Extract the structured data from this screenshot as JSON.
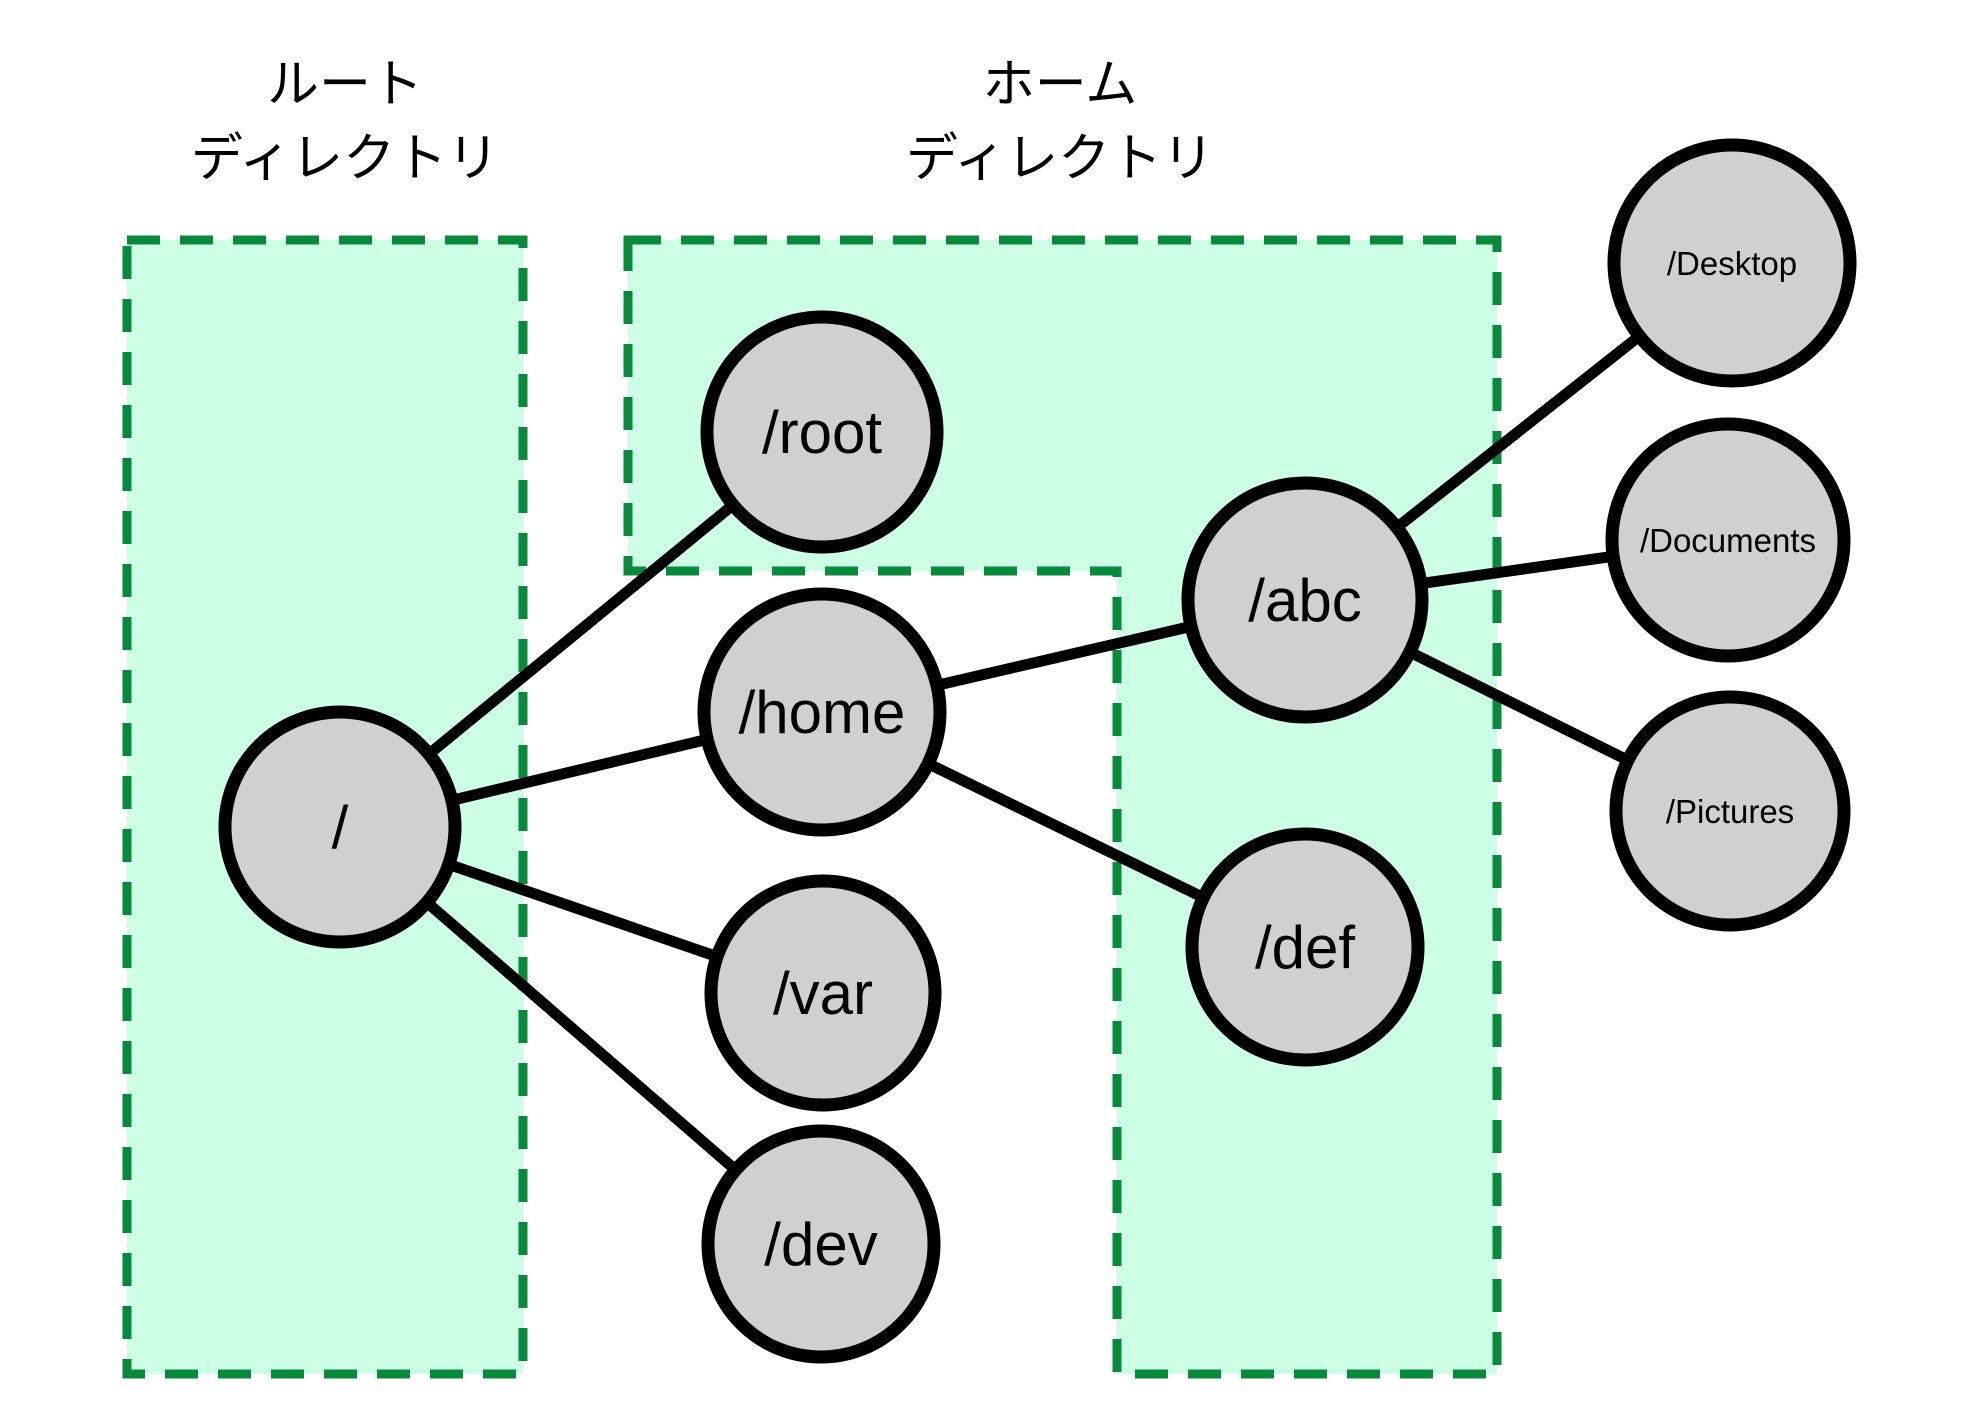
{
  "regions": {
    "root_directory": {
      "label_line1": "ルート",
      "label_line2": "ディレクトリ"
    },
    "home_directory": {
      "label_line1": "ホーム",
      "label_line2": "ディレクトリ"
    }
  },
  "nodes": {
    "slash": {
      "label": "/"
    },
    "root": {
      "label": "/root"
    },
    "home": {
      "label": "/home"
    },
    "var": {
      "label": "/var"
    },
    "dev": {
      "label": "/dev"
    },
    "abc": {
      "label": "/abc"
    },
    "def": {
      "label": "/def"
    },
    "desktop": {
      "label": "/Desktop"
    },
    "documents": {
      "label": "/Documents"
    },
    "pictures": {
      "label": "/Pictures"
    }
  },
  "edges": [
    {
      "from": "/",
      "to": "/root"
    },
    {
      "from": "/",
      "to": "/home"
    },
    {
      "from": "/",
      "to": "/var"
    },
    {
      "from": "/",
      "to": "/dev"
    },
    {
      "from": "/home",
      "to": "/abc"
    },
    {
      "from": "/home",
      "to": "/def"
    },
    {
      "from": "/abc",
      "to": "/Desktop"
    },
    {
      "from": "/abc",
      "to": "/Documents"
    },
    {
      "from": "/abc",
      "to": "/Pictures"
    }
  ],
  "colors": {
    "background": "#ffffff",
    "region_fill": "#ccffe6",
    "region_border": "#088a3c",
    "node_fill": "#d0d0d0",
    "node_border": "#000000",
    "edge": "#000000",
    "text": "#000000"
  }
}
